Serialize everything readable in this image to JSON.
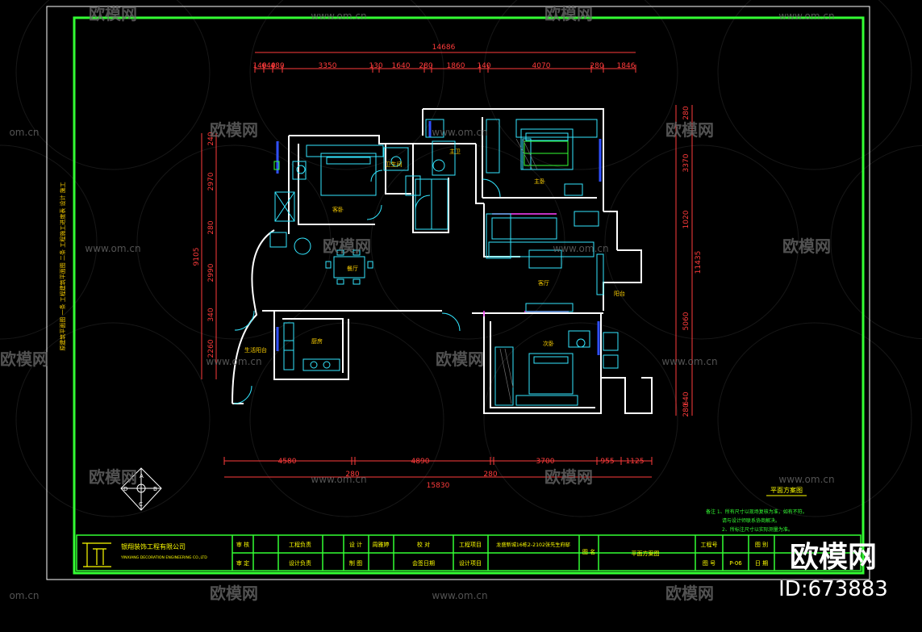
{
  "watermark": {
    "site": "www.om.cn",
    "site_short": "om.cn",
    "brand": "欧模网",
    "id": "ID:673883"
  },
  "dimensions": {
    "overall_top": "14686",
    "top_segments": [
      "140",
      "640",
      "480",
      "3350",
      "130",
      "1640",
      "280",
      "1860",
      "140",
      "4070",
      "280",
      "1846"
    ],
    "overall_bottom": "15830",
    "bottom_segments": [
      "4580",
      "280",
      "4890",
      "280",
      "3700",
      "955",
      "1125"
    ],
    "left_segments": [
      "240",
      "2970",
      "280",
      "2990",
      "340",
      "2260"
    ],
    "left_total": "9105",
    "right_segments": [
      "280",
      "3370",
      "1020",
      "5060",
      "640",
      "280"
    ],
    "right_total": "11435"
  },
  "rooms": {
    "bedroom_left": "客卧",
    "bath_small": "卫生间",
    "bath_master": "主卫",
    "master_bedroom": "主卧",
    "dining": "餐厅",
    "living": "客厅",
    "kitchen": "厨房",
    "second_bedroom": "次卧",
    "balcony": "阳台",
    "service_balcony": "生活阳台"
  },
  "side_notes": [
    "原建筑平面图",
    "一条",
    "工程建筑平面图",
    "二条",
    "工程施工进度表",
    "设计",
    "施工"
  ],
  "plan_title": "平面方案图",
  "notes": [
    "备注 1、所有尺寸以现场复核为准，如有不符。",
    "请与设计师联系协商解决。",
    "2、所标注尺寸以实际测量为准。"
  ],
  "title_block": {
    "company": "银翔装饰工程有限公司",
    "company_en": "YINXIANG DECORATION ENGINEERING CO.,LTD",
    "cells": {
      "audit": "审 核",
      "review": "审 定",
      "project_lead": "工程负责",
      "design_lead": "设计负责",
      "design": "设 计",
      "drawing": "制 图",
      "designer_name": "周雅婷",
      "check": "校 对",
      "contract_date": "会签日期",
      "project_name_label": "工程项目",
      "project_name": "龙盛新城16栋2-2102张先生府邸",
      "project_design_label": "设计项目",
      "drawing_name_label": "图 名",
      "drawing_name": "平面方案图",
      "project_no_label": "工程号",
      "sheet_label": "图 号",
      "sheet_no": "P-06",
      "category_label": "图 别",
      "date_label": "日 期"
    }
  },
  "compass": {
    "letters": [
      "A",
      "B",
      "C",
      "D"
    ]
  },
  "colors": {
    "border": "#33ff33",
    "dimension": "#ff3b3b",
    "wall": "#ffffff",
    "furniture": "#33e6ff",
    "label": "#ffd200",
    "window": "#3050ff",
    "accent": "#ff40ff"
  }
}
